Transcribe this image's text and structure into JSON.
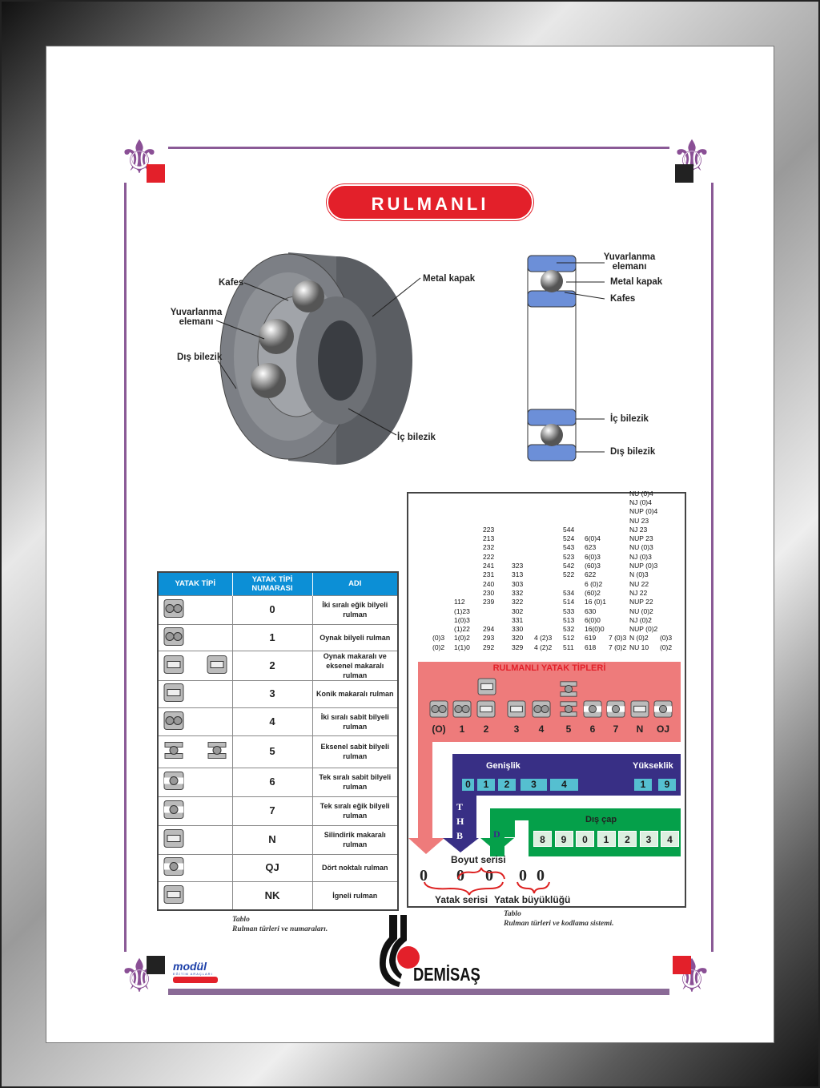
{
  "title": "RULMANLI YATAKLAR",
  "illustration_labels": {
    "kafes": "Kafes",
    "yuvarlanma": "Yuvarlanma elemanı",
    "dis_bilezik": "Dış bilezik",
    "metal_kapak": "Metal kapak",
    "ic_bilezik": "İç bilezik"
  },
  "section_labels": {
    "yuvarlanma": "Yuvarlanma elemanı",
    "metal_kapak": "Metal kapak",
    "kafes": "Kafes",
    "ic_bilezik": "İç bilezik",
    "dis_bilezik": "Dış bilezik"
  },
  "types_table": {
    "headers": [
      "YATAK TİPİ",
      "YATAK TİPİ NUMARASI",
      "ADI"
    ],
    "rows": [
      {
        "icons": [
          "double-row-angular"
        ],
        "number": "0",
        "name": "İki sıralı eğik bilyeli rulman"
      },
      {
        "icons": [
          "self-aligning-ball"
        ],
        "number": "1",
        "name": "Oynak bilyeli rulman"
      },
      {
        "icons": [
          "axial-roller",
          "spherical-roller"
        ],
        "number": "2",
        "name": "Oynak makaralı ve eksenel makaralı rulman"
      },
      {
        "icons": [
          "tapered-roller"
        ],
        "number": "3",
        "name": "Konik makaralı rulman"
      },
      {
        "icons": [
          "double-row-deep-groove"
        ],
        "number": "4",
        "name": "İki sıralı sabit bilyeli rulman"
      },
      {
        "icons": [
          "thrust-ball",
          "double-thrust-ball"
        ],
        "number": "5",
        "name": "Eksenel sabit bilyeli rulman"
      },
      {
        "icons": [
          "deep-groove"
        ],
        "number": "6",
        "name": "Tek sıralı sabit bilyeli rulman"
      },
      {
        "icons": [
          "angular-contact"
        ],
        "number": "7",
        "name": "Tek sıralı eğik bilyeli rulman"
      },
      {
        "icons": [
          "cylindrical-roller"
        ],
        "number": "N",
        "name": "Silindirik makaralı rulman"
      },
      {
        "icons": [
          "four-point"
        ],
        "number": "QJ",
        "name": "Dört noktalı rulman"
      },
      {
        "icons": [
          "needle"
        ],
        "number": "NK",
        "name": "İgneli rulman"
      }
    ]
  },
  "codes": {
    "columns": [
      {
        "items": [
          "(0)3",
          "(0)2"
        ]
      },
      {
        "items": [
          "112",
          "(1)23",
          "1(0)3",
          "(1)22",
          "1(0)2",
          "1(1)0"
        ]
      },
      {
        "items": [
          "223",
          "213",
          "232",
          "222",
          "241",
          "231",
          "240",
          "230",
          "239",
          "",
          "",
          "294",
          "293",
          "292"
        ]
      },
      {
        "items": [
          "323",
          "313",
          "303",
          "332",
          "322",
          "302",
          "331",
          "330",
          "320",
          "329"
        ]
      },
      {
        "items": [
          "4 (2)3",
          "4 (2)2"
        ]
      },
      {
        "items": [
          "544",
          "524",
          "543",
          "523",
          "542",
          "522",
          "",
          "534",
          "514",
          "533",
          "513",
          "532",
          "512",
          "511"
        ]
      },
      {
        "items": [
          "6(0)4",
          "623",
          "6(0)3",
          "(60)3",
          "622",
          "6 (0)2",
          "(60)2",
          "16 (0)1",
          "630",
          "6(0)0",
          "16(0)0",
          "619",
          "618"
        ]
      },
      {
        "items": [
          "7 (0)3",
          "7 (0)2"
        ]
      },
      {
        "items": [
          "NU (0)4",
          "NJ (0)4",
          "NUP (0)4",
          "NU 23",
          "NJ 23",
          "NUP 23",
          "NU (0)3",
          "NJ (0)3",
          "NUP (0)3",
          "N (0)3",
          "NU 22",
          "NJ 22",
          "NUP 22",
          "NU (0)2",
          "NJ (0)2",
          "NUP (0)2",
          "N (0)2",
          "NU 10"
        ]
      },
      {
        "items": [
          "(0)3",
          "(0)2"
        ]
      }
    ],
    "types_title": "RULMANLI YATAK TİPLERİ",
    "type_labels": [
      "(O)",
      "1",
      "2",
      "3",
      "4",
      "5",
      "6",
      "7",
      "N",
      "OJ"
    ],
    "genislik_label": "Genişlik",
    "genislik": [
      "0",
      "1",
      "2",
      "3",
      "4"
    ],
    "yukseklik_label": "Yükseklik",
    "yukseklik": [
      "1",
      "9"
    ],
    "thb": [
      "T",
      "H",
      "B"
    ],
    "d_label": "D",
    "dis_cap_label": "Dış çap",
    "dis_cap": [
      "8",
      "9",
      "0",
      "1",
      "2",
      "3",
      "4"
    ],
    "boyut_serisi": "Boyut serisi",
    "digits": [
      "0",
      "0",
      "0",
      "0",
      "0"
    ],
    "yatak_serisi": "Yatak serisi",
    "yatak_buyuklugu": "Yatak büyüklüğü"
  },
  "captions": {
    "left_1": "Tablo",
    "left_2": "Rulman türleri ve numaraları.",
    "right_1": "Tablo",
    "right_2": "Rulman türleri ve kodlama sistemi."
  },
  "logos": {
    "demisas": "DEMİSAŞ",
    "modul": "modül",
    "modul_sub": "EĞİTİM ARAÇLARI"
  },
  "colors": {
    "title_red": "#e3202a",
    "header_blue": "#0c8fd6",
    "pink": "#ee7b7b",
    "navy": "#382f85",
    "green": "#05a04a",
    "purple": "#8a5a96"
  }
}
